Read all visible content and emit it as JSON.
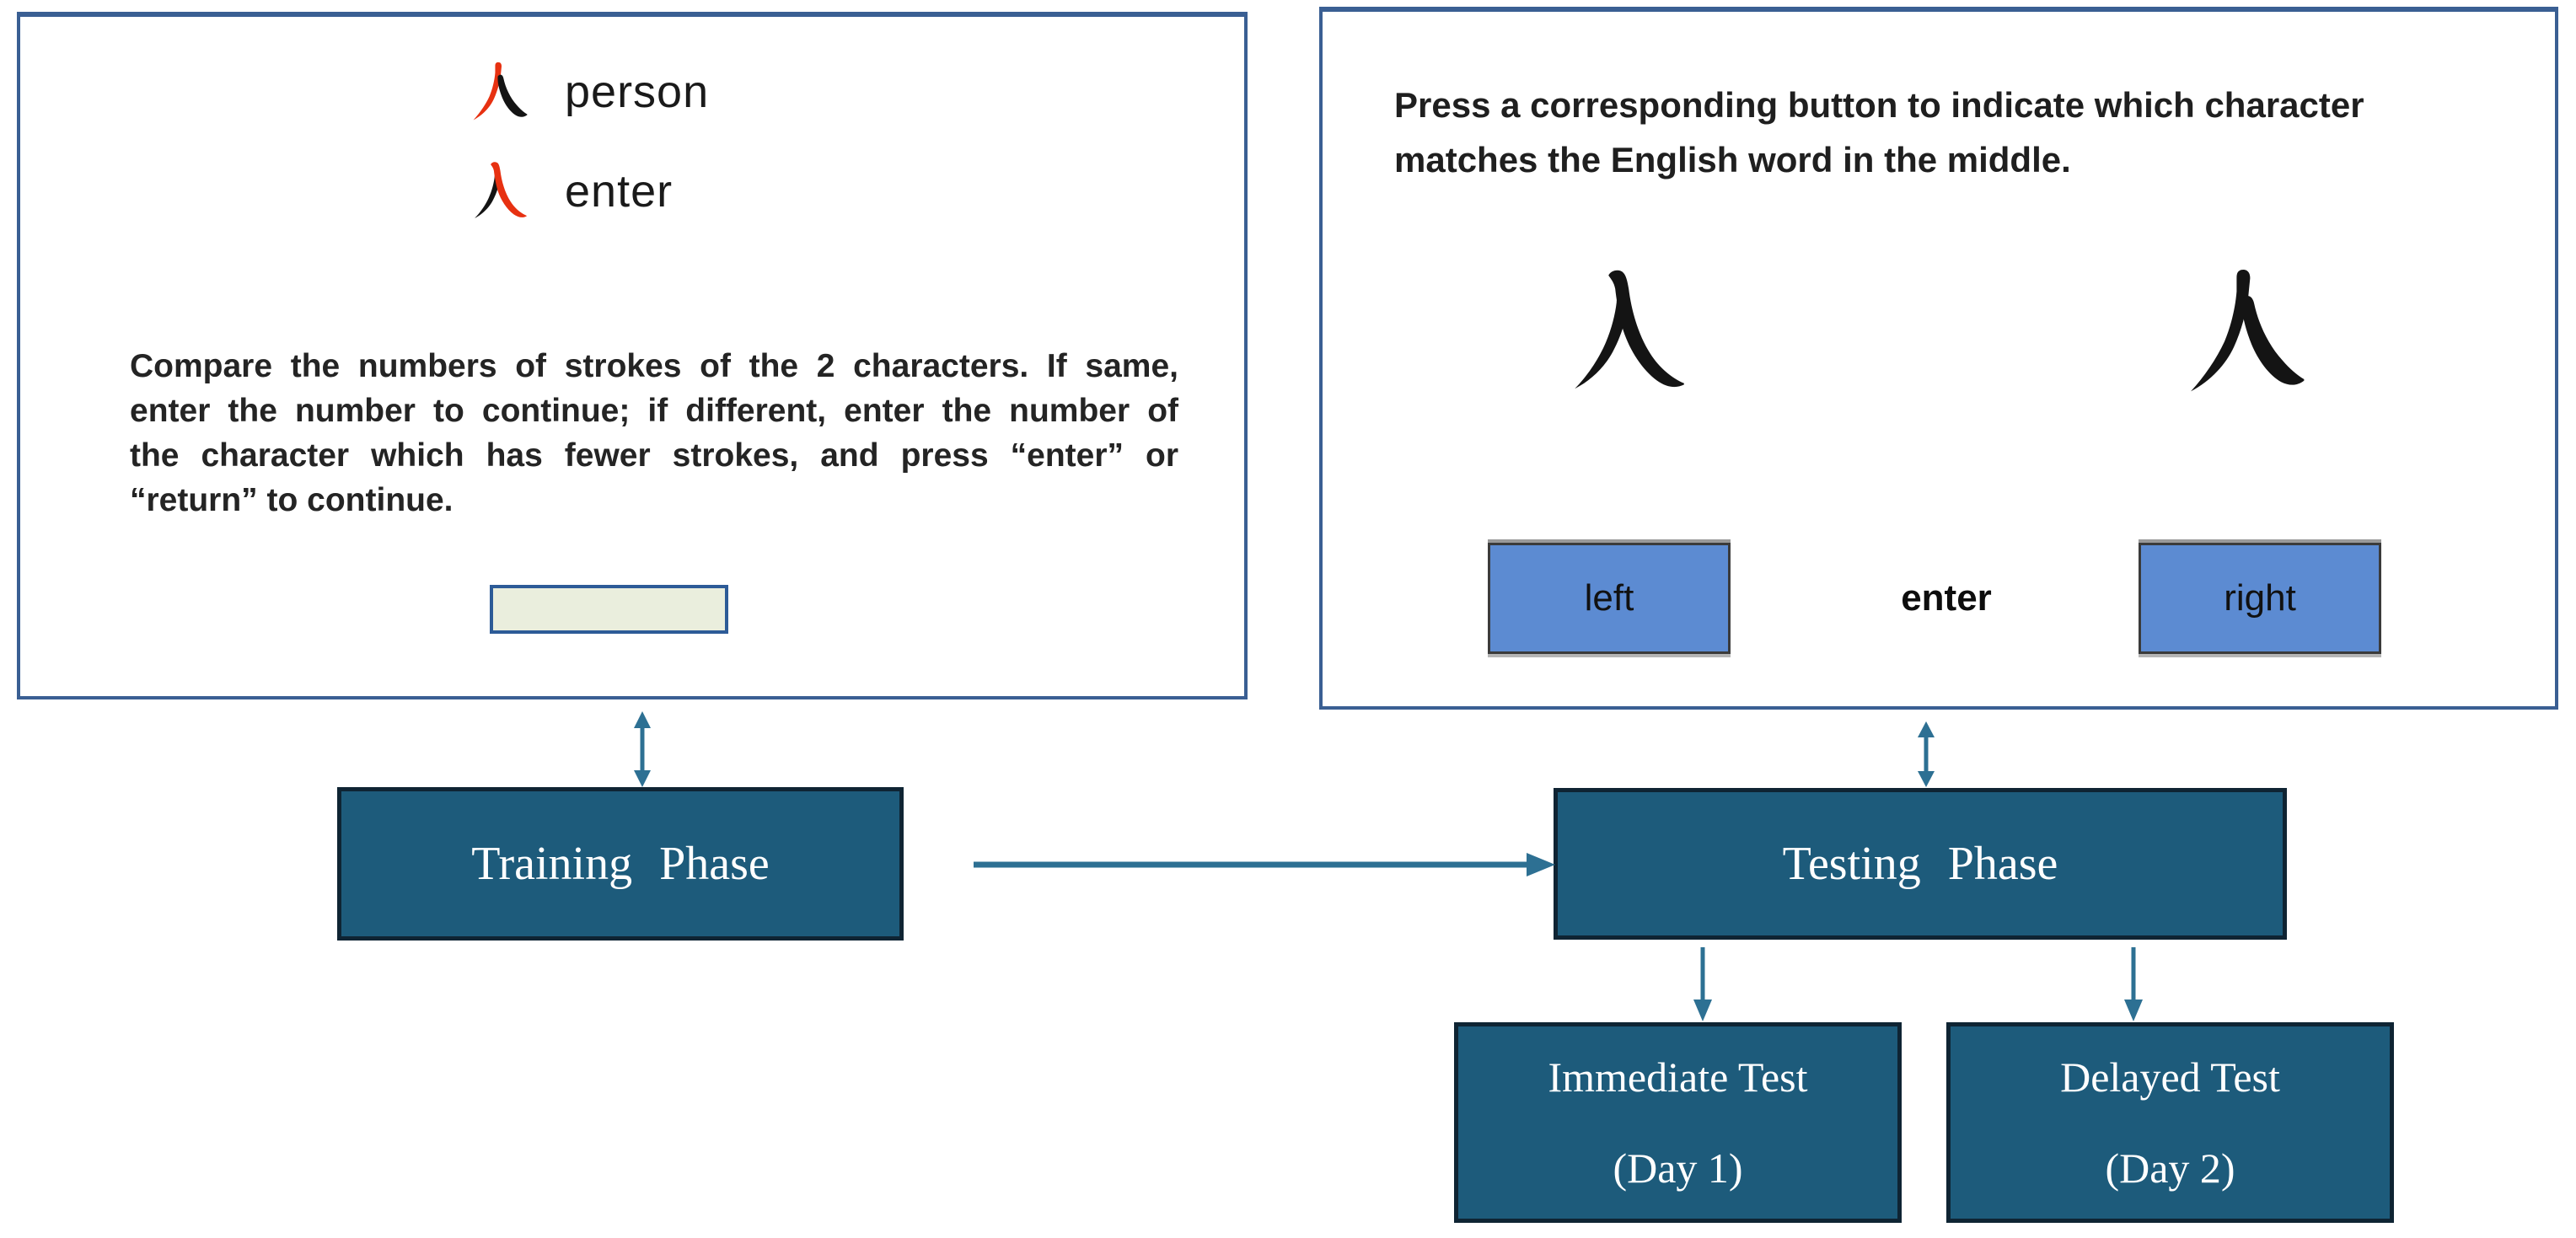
{
  "left_panel": {
    "vocab": [
      {
        "character": "人",
        "character_name": "ren-person",
        "label": "person",
        "highlighted_stroke": "pie",
        "highlight_color": "#e73111"
      },
      {
        "character": "入",
        "character_name": "ru-enter",
        "label": "enter",
        "highlighted_stroke": "na",
        "highlight_color": "#e73111"
      }
    ],
    "instruction_lines": [
      "Compare the numbers of strokes of the 2 characters. If same,",
      "enter the number to continue; if different, enter the number of",
      "the character which has fewer strokes, and press “enter” or",
      "“return” to continue."
    ]
  },
  "right_panel": {
    "instruction_lines": [
      "Press a corresponding button to indicate which character",
      "matches the English word in the middle."
    ],
    "left_character": "入",
    "right_character": "人",
    "left_button_label": "left",
    "middle_label": "enter",
    "right_button_label": "right"
  },
  "flow": {
    "training_label": "Training Phase",
    "testing_label": "Testing Phase",
    "immediate_line1": "Immediate Test",
    "immediate_line2": "(Day 1)",
    "delayed_line1": "Delayed Test",
    "delayed_line2": "(Day 2)"
  },
  "colors": {
    "panel_border": "#3a5f93",
    "flow_box_fill": "#1d5b7b",
    "flow_box_border": "#0f2433",
    "button_fill": "#5c8bd2",
    "arrow": "#2d7093",
    "stroke_highlight_red": "#e73111",
    "stroke_black": "#141414",
    "response_box_fill": "#eaeedd",
    "response_box_border": "#2d5b97"
  }
}
